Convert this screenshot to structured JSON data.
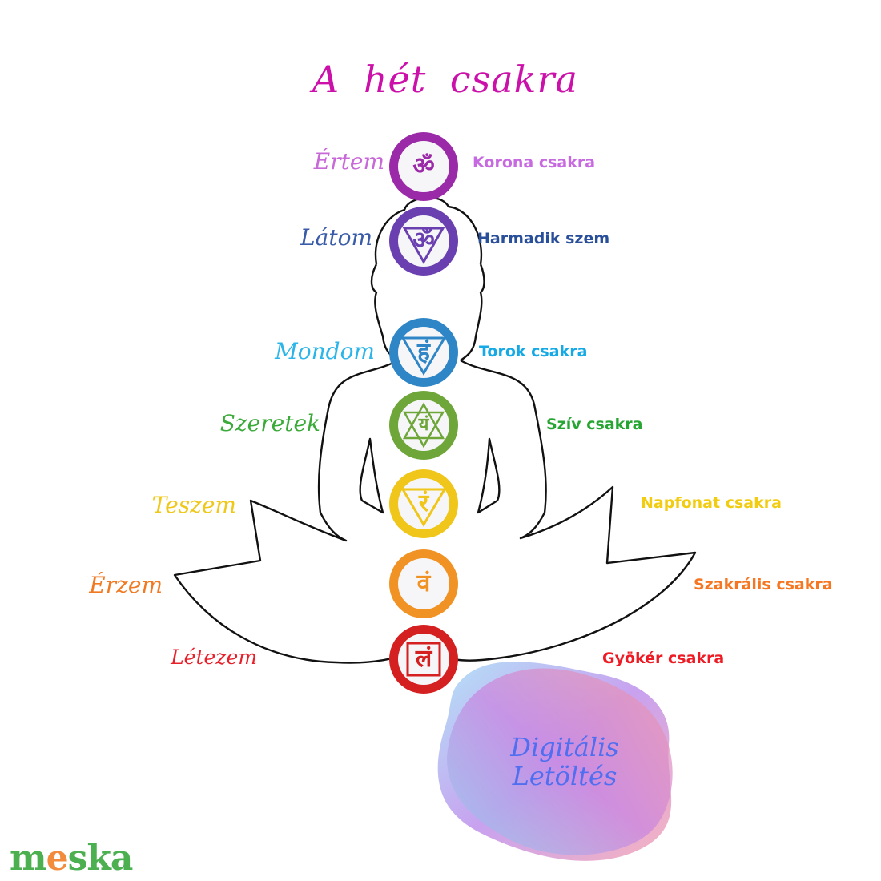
{
  "title": "A hét csakra",
  "chakras": [
    {
      "name": "Korona csakra",
      "verb": "Értem",
      "color": "#9b2aa8",
      "label_color": "#c769e0",
      "verb_color": "#c869d8",
      "glyph": "ॐ"
    },
    {
      "name": "Harmadik szem",
      "verb": "Látom",
      "color": "#6a3fb0",
      "label_color": "#2a4f9a",
      "verb_color": "#3a5ca8",
      "glyph": "ॐ"
    },
    {
      "name": "Torok csakra",
      "verb": "Mondom",
      "color": "#2f86c6",
      "label_color": "#15a9e6",
      "verb_color": "#2bb5e8",
      "glyph": "हं"
    },
    {
      "name": "Szív csakra",
      "verb": "Szeretek",
      "color": "#6fa63a",
      "label_color": "#27a532",
      "verb_color": "#3aaa38",
      "glyph": "यं"
    },
    {
      "name": "Napfonat csakra",
      "verb": "Teszem",
      "color": "#efc619",
      "label_color": "#f2cc10",
      "verb_color": "#f0c81a",
      "glyph": "रं"
    },
    {
      "name": "Szakrális csakra",
      "verb": "Érzem",
      "color": "#f09324",
      "label_color": "#f57722",
      "verb_color": "#f07a22",
      "glyph": "वं"
    },
    {
      "name": "Gyökér csakra",
      "verb": "Létezem",
      "color": "#d42020",
      "label_color": "#ee1b24",
      "verb_color": "#e8202a",
      "glyph": "लं"
    }
  ],
  "badge": {
    "line1": "Digitális",
    "line2": "Letöltés"
  },
  "logo": {
    "pre": "m",
    "accent": "e",
    "post": "ska"
  },
  "colors": {
    "title": "#cc11aa",
    "outline": "#111111",
    "logo_green": "#4caf50",
    "logo_orange": "#f28c3c"
  }
}
